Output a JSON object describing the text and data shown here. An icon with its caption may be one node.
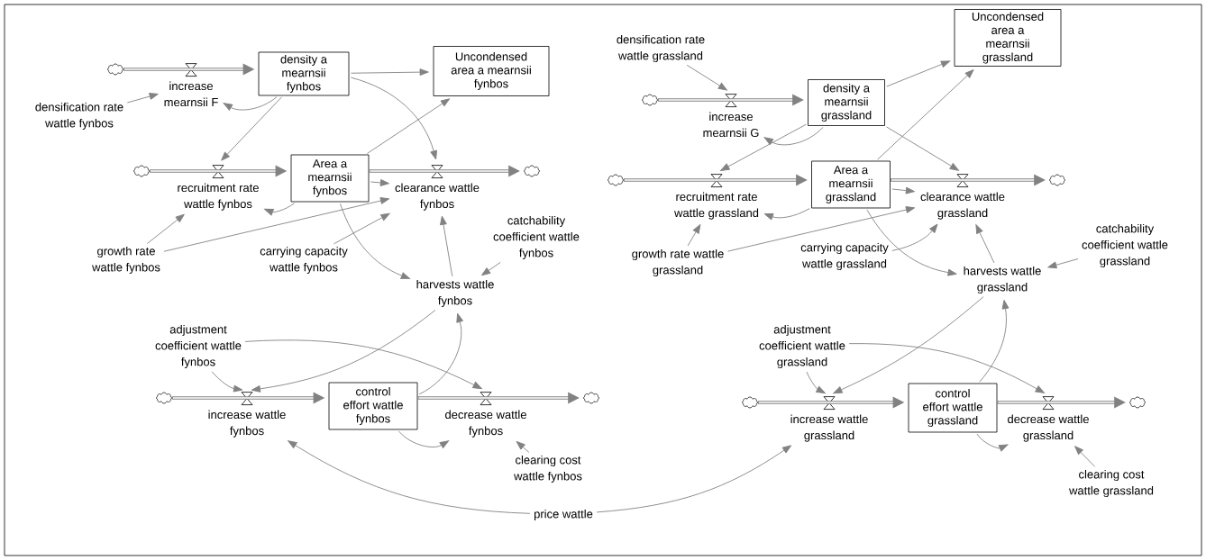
{
  "diagram": {
    "nodes": [
      {
        "text": [],
        "shape": "cloud"
      },
      {
        "text": [
          "increase mearnsii F"
        ]
      },
      {
        "text": [
          "density a mearnsii fynbos"
        ]
      },
      {
        "text": [
          "Uncondensed area a mearnsii fynbos"
        ]
      },
      {
        "text": [
          "densification rate wattle fynbos"
        ]
      },
      {
        "text": [],
        "shape": "cloud"
      },
      {
        "text": [
          "recruitment rate wattle fynbos"
        ]
      },
      {
        "text": [
          "Area a mearnsii fynbos"
        ]
      },
      {
        "text": [
          "clearance wattle fynbos"
        ]
      },
      {
        "text": [],
        "shape": "cloud"
      },
      {
        "text": [
          "growth rate wattle fynbos"
        ]
      },
      {
        "text": [
          "carrying capacity wattle fynbos"
        ]
      },
      {
        "text": [
          "catchability coefficient wattle fynbos"
        ]
      },
      {
        "text": [
          "harvests wattle fynbos"
        ]
      },
      {
        "text": [
          "adjustment coefficient wattle fynbos"
        ]
      },
      {
        "text": [],
        "shape": "cloud"
      },
      {
        "text": [
          "increase wattle fynbos"
        ]
      },
      {
        "text": [
          "control effort wattle fynbos"
        ]
      },
      {
        "text": [
          "decrease wattle fynbos"
        ]
      },
      {
        "text": [],
        "shape": "cloud"
      },
      {
        "text": [
          "clearing cost wattle fynbos"
        ]
      },
      {
        "text": [
          "price wattle"
        ]
      },
      {
        "text": [
          "densification rate wattle grassland"
        ]
      },
      {
        "text": [
          "Uncondensed area a mearnsii grassland"
        ]
      },
      {
        "text": [],
        "shape": "cloud"
      },
      {
        "text": [
          "increase mearnsii G"
        ]
      },
      {
        "text": [
          "density a mearnsii grassland"
        ]
      },
      {
        "text": [],
        "shape": "cloud"
      },
      {
        "text": [
          "recruitment rate wattle grassland"
        ]
      },
      {
        "text": [
          "Area a mearnsii grassland"
        ]
      },
      {
        "text": [
          "clearance wattle grassland"
        ]
      },
      {
        "text": [],
        "shape": "cloud"
      },
      {
        "text": [
          "growth rate wattle grassland"
        ]
      },
      {
        "text": [
          "carrying capacity wattle grassland"
        ]
      },
      {
        "text": [
          "catchability coefficient wattle grassland"
        ]
      },
      {
        "text": [
          "harvests wattle grassland"
        ]
      },
      {
        "text": [
          "adjustment coefficient wattle grassland"
        ]
      },
      {
        "text": [],
        "shape": "cloud"
      },
      {
        "text": [
          "increase wattle grassland"
        ]
      },
      {
        "text": [
          "control effort wattle grassland"
        ]
      },
      {
        "text": [
          "decrease wattle grassland"
        ]
      },
      {
        "text": [],
        "shape": "cloud"
      },
      {
        "text": [
          "clearing cost wattle grassland"
        ]
      }
    ],
    "edges": [
      {
        "from": 0,
        "to": 2,
        "arrow": "to",
        "style": "thick"
      },
      {
        "from": 5,
        "to": 7,
        "arrow": "to",
        "style": "thick"
      },
      {
        "from": 7,
        "to": 9,
        "arrow": "to",
        "style": "thick"
      },
      {
        "from": 15,
        "to": 17,
        "arrow": "to",
        "style": "thick"
      },
      {
        "from": 17,
        "to": 19,
        "arrow": "to",
        "style": "thick"
      },
      {
        "from": 4,
        "to": 1,
        "arrow": "to"
      },
      {
        "from": 2,
        "to": 1,
        "arrow": "to"
      },
      {
        "from": 2,
        "to": 3,
        "arrow": "to"
      },
      {
        "from": 2,
        "to": 6,
        "arrow": "to"
      },
      {
        "from": 2,
        "to": 8,
        "arrow": "to"
      },
      {
        "from": 7,
        "to": 3,
        "arrow": "to"
      },
      {
        "from": 7,
        "to": 6,
        "arrow": "to"
      },
      {
        "from": 7,
        "to": 8,
        "arrow": "to"
      },
      {
        "from": 10,
        "to": 6,
        "arrow": "to"
      },
      {
        "from": 10,
        "to": 8,
        "arrow": "to"
      },
      {
        "from": 11,
        "to": 8,
        "arrow": "to"
      },
      {
        "from": 7,
        "to": 13,
        "arrow": "to"
      },
      {
        "from": 13,
        "to": 8,
        "arrow": "to"
      },
      {
        "from": 12,
        "to": 13,
        "arrow": "to"
      },
      {
        "from": 13,
        "to": 16,
        "arrow": "to"
      },
      {
        "from": 14,
        "to": 16,
        "arrow": "to"
      },
      {
        "from": 14,
        "to": 18,
        "arrow": "to"
      },
      {
        "from": 17,
        "to": 13,
        "arrow": "to"
      },
      {
        "from": 17,
        "to": 18,
        "arrow": "to"
      },
      {
        "from": 20,
        "to": 18,
        "arrow": "to"
      },
      {
        "from": 21,
        "to": 16,
        "arrow": "to"
      },
      {
        "from": 21,
        "to": 38,
        "arrow": "to"
      },
      {
        "from": 24,
        "to": 26,
        "arrow": "to",
        "style": "thick"
      },
      {
        "from": 27,
        "to": 29,
        "arrow": "to",
        "style": "thick"
      },
      {
        "from": 29,
        "to": 31,
        "arrow": "to",
        "style": "thick"
      },
      {
        "from": 37,
        "to": 39,
        "arrow": "to",
        "style": "thick"
      },
      {
        "from": 39,
        "to": 41,
        "arrow": "to",
        "style": "thick"
      },
      {
        "from": 22,
        "to": 25,
        "arrow": "to"
      },
      {
        "from": 26,
        "to": 25,
        "arrow": "to"
      },
      {
        "from": 26,
        "to": 23,
        "arrow": "to"
      },
      {
        "from": 26,
        "to": 28,
        "arrow": "to"
      },
      {
        "from": 26,
        "to": 30,
        "arrow": "to"
      },
      {
        "from": 29,
        "to": 23,
        "arrow": "to"
      },
      {
        "from": 29,
        "to": 28,
        "arrow": "to"
      },
      {
        "from": 29,
        "to": 30,
        "arrow": "to"
      },
      {
        "from": 32,
        "to": 28,
        "arrow": "to"
      },
      {
        "from": 32,
        "to": 30,
        "arrow": "to"
      },
      {
        "from": 33,
        "to": 30,
        "arrow": "to"
      },
      {
        "from": 29,
        "to": 35,
        "arrow": "to"
      },
      {
        "from": 35,
        "to": 30,
        "arrow": "to"
      },
      {
        "from": 34,
        "to": 35,
        "arrow": "to"
      },
      {
        "from": 35,
        "to": 38,
        "arrow": "to"
      },
      {
        "from": 36,
        "to": 38,
        "arrow": "to"
      },
      {
        "from": 36,
        "to": 40,
        "arrow": "to"
      },
      {
        "from": 39,
        "to": 35,
        "arrow": "to"
      },
      {
        "from": 39,
        "to": 40,
        "arrow": "to"
      },
      {
        "from": 42,
        "to": 40,
        "arrow": "to"
      }
    ]
  }
}
